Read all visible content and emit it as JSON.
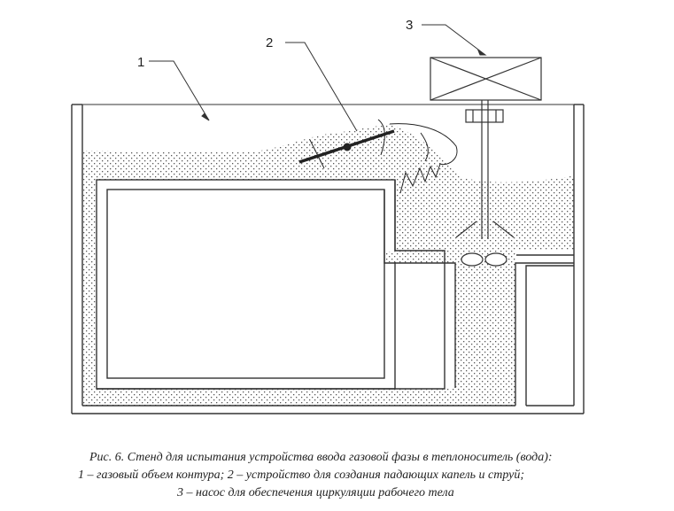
{
  "figure": {
    "callouts": [
      "1",
      "2",
      "3"
    ]
  },
  "caption": {
    "line1": "Рис. 6. Стенд для испытания устройства ввода газовой фазы в теплоноситель (вода):",
    "line2": "1 – газовый объем контура; 2 – устройство для создания падающих капель и струй;",
    "line3": "3 – насос для обеспечения циркуляции рабочего тела"
  }
}
